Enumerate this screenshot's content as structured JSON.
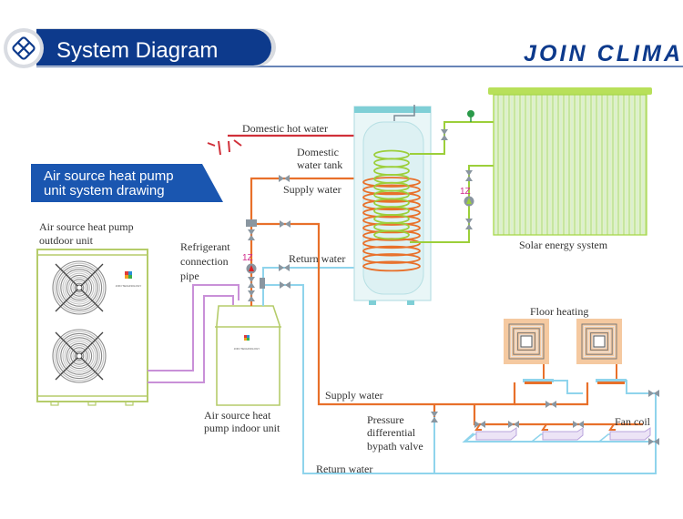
{
  "header": {
    "title": "System Diagram",
    "brand": "JOIN CLIMA",
    "colors": {
      "banner": "#0d3a8c",
      "rule": "#0d3a8c"
    }
  },
  "subtitle_badge": {
    "line1": "Air source heat pump",
    "line2": "unit system drawing",
    "color": "#1a56b0"
  },
  "labels": {
    "outdoor_unit": [
      "Air source  heat  pump",
      "outdoor  unit"
    ],
    "indoor_unit": [
      "Air  source  heat",
      "pump indoor  unit"
    ],
    "refrigerant_pipe": [
      "Refrigerant",
      "connection",
      "pipe"
    ],
    "domestic_hot_water": "Domestic  hot  water",
    "domestic_water_tank": [
      "Domestic",
      "water  tank"
    ],
    "supply_water_top": "Supply  water",
    "return_water_top": "Return  water",
    "solar_energy_system": "Solar  energy  system",
    "floor_heating": "Floor  heating",
    "supply_water_bottom": "Supply  water",
    "bypass_valve": [
      "Pressure",
      "differential",
      "bypath  valve"
    ],
    "fan_coil": "Fan  coil",
    "return_water_bottom": "Return  water",
    "pump_number_heat": "1Z",
    "pump_number_solar": "1Z",
    "unit_logo_text": "JOIN TECHNOLOGY"
  },
  "pipe_colors": {
    "hot_water": "#d0303a",
    "supply": "#e8702a",
    "return": "#8fd4ec",
    "refrigerant": "#c990d8",
    "solar": "#9ccf3a",
    "unit_outline": "#b5cc6a",
    "valve": "#8a96a0"
  }
}
